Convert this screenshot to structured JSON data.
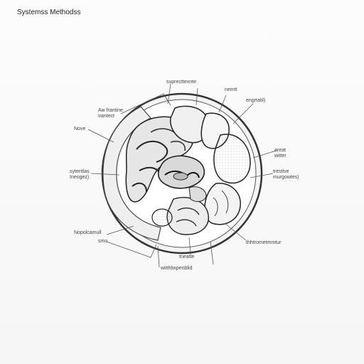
{
  "diagram": {
    "title": "Systemss Methodss",
    "labels": {
      "top_center": "suprecttexnte",
      "top_right_1": "nemtt",
      "top_right_2": "engrtatil)",
      "left_top": "Aw frantine\nirantect",
      "left_mid": "Nove",
      "left_lower": "sytentlas\nIneogez)",
      "right_mid": "areat\nwitter",
      "right_lower": "trestive\nmurgowtes)",
      "bottom_left_1": "Nopolcamull",
      "bottom_left_2": "smo",
      "bottom_right": "thhtrometmmtur",
      "bottom_center_1": "tneatte",
      "bottom_center_2": "witthbxpenblid"
    }
  }
}
